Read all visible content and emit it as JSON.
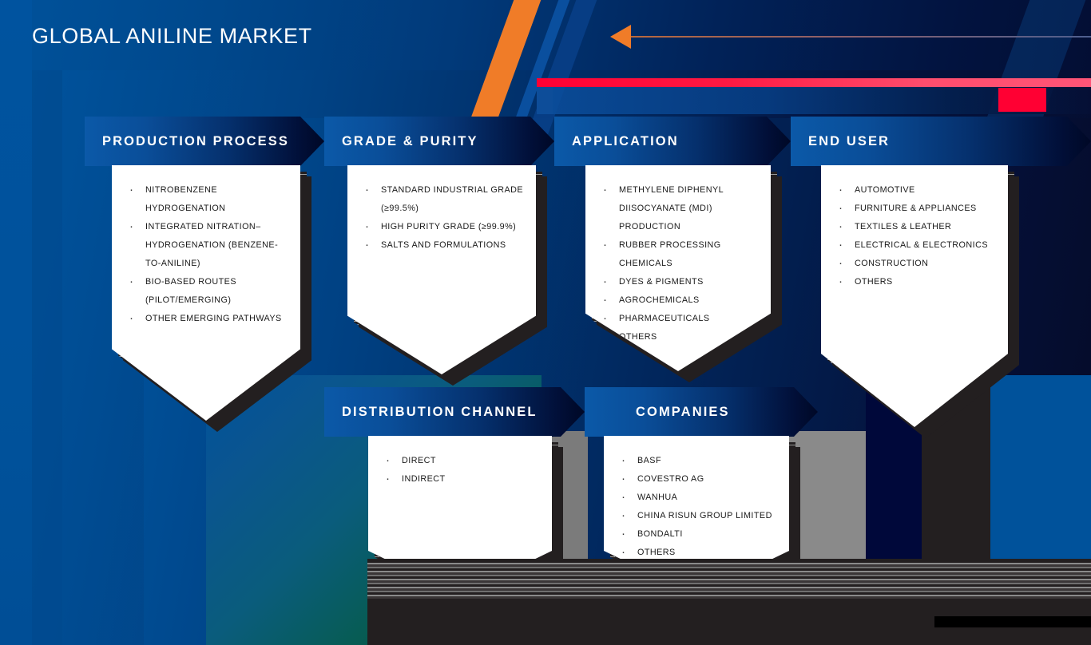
{
  "page": {
    "title": "GLOBAL ANILINE MARKET"
  },
  "colors": {
    "brand_blue": "#00529b",
    "deep_navy": "#000826",
    "accent_orange": "#f07c28",
    "accent_red": "#ff0033",
    "accent_pink": "#ff5577",
    "card_white": "#ffffff",
    "shadow_dark": "#231f20",
    "teal": "#075c55",
    "grey": "#8a8a8a"
  },
  "decor": {
    "arrow_icon": "left-arrow-icon",
    "orange_diagonal": "diagonal-stripe-icon",
    "red_square": "red-square-marker",
    "red_bar": "red-divider-bar"
  },
  "segments": [
    {
      "id": "production-process",
      "label": "PRODUCTION PROCESS",
      "items": [
        "NITROBENZENE HYDROGENATION",
        "INTEGRATED NITRATION–HYDROGENATION (BENZENE-TO-ANILINE)",
        "BIO-BASED ROUTES (PILOT/EMERGING)",
        "OTHER EMERGING PATHWAYS"
      ]
    },
    {
      "id": "grade-purity",
      "label": "GRADE & PURITY",
      "items": [
        "STANDARD INDUSTRIAL GRADE (≥99.5%)",
        "HIGH PURITY GRADE (≥99.9%)",
        "SALTS AND FORMULATIONS"
      ]
    },
    {
      "id": "application",
      "label": "APPLICATION",
      "items": [
        "METHYLENE DIPHENYL DIISOCYANATE (MDI) PRODUCTION",
        "RUBBER PROCESSING CHEMICALS",
        "DYES & PIGMENTS",
        "AGROCHEMICALS",
        "PHARMACEUTICALS",
        "OTHERS"
      ]
    },
    {
      "id": "end-user",
      "label": "END USER",
      "items": [
        "AUTOMOTIVE",
        "FURNITURE & APPLIANCES",
        "TEXTILES & LEATHER",
        "ELECTRICAL & ELECTRONICS",
        "CONSTRUCTION",
        "OTHERS"
      ]
    },
    {
      "id": "distribution-channel",
      "label": "DISTRIBUTION CHANNEL",
      "items": [
        "DIRECT",
        "INDIRECT"
      ]
    },
    {
      "id": "companies",
      "label": "COMPANIES",
      "items": [
        "BASF",
        "COVESTRO AG",
        "WANHUA",
        "CHINA RISUN GROUP LIMITED",
        "BONDALTI",
        "OTHERS"
      ]
    }
  ]
}
